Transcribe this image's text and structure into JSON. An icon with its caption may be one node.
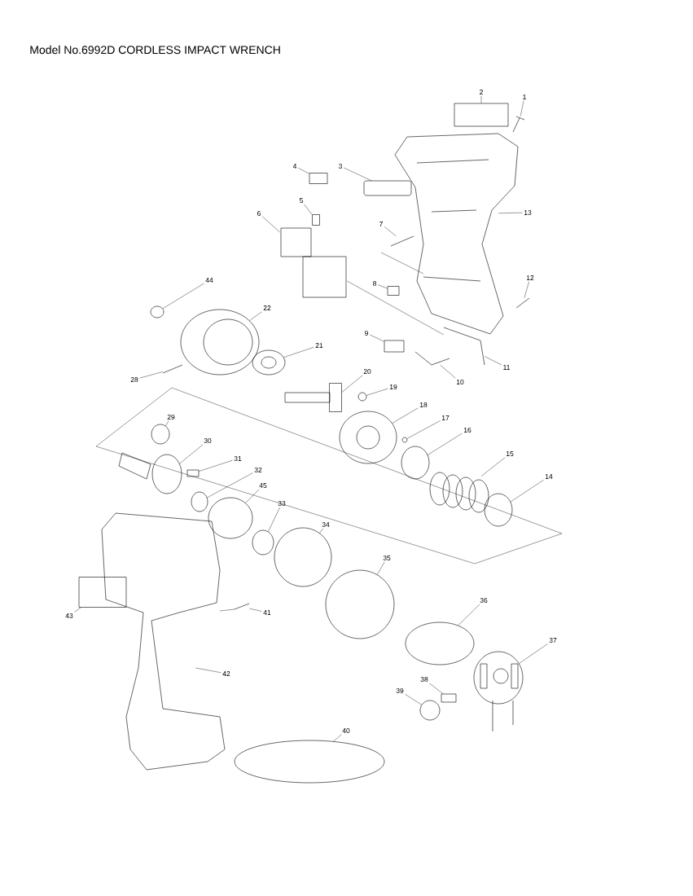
{
  "diagram": {
    "title": "Model No.6992D CORDLESS IMPACT WRENCH",
    "nodes": [
      {
        "text": [
          "1"
        ]
      },
      {
        "text": [
          "2"
        ]
      },
      {
        "text": [
          "3"
        ]
      },
      {
        "text": [
          "4"
        ]
      },
      {
        "text": [
          "5"
        ]
      },
      {
        "text": [
          "6"
        ]
      },
      {
        "text": [
          "7"
        ]
      },
      {
        "text": [
          "8"
        ]
      },
      {
        "text": [
          "9"
        ]
      },
      {
        "text": [
          "10"
        ]
      },
      {
        "text": [
          "11"
        ]
      },
      {
        "text": [
          "12"
        ]
      },
      {
        "text": [
          "13"
        ]
      },
      {
        "text": [
          "14"
        ]
      },
      {
        "text": [
          "15"
        ]
      },
      {
        "text": [
          "16"
        ]
      },
      {
        "text": [
          "17"
        ]
      },
      {
        "text": [
          "18"
        ]
      },
      {
        "text": [
          "19"
        ]
      },
      {
        "text": [
          "20"
        ]
      },
      {
        "text": [
          "21"
        ]
      },
      {
        "text": [
          "22"
        ]
      },
      {
        "text": [
          "28"
        ]
      },
      {
        "text": [
          "29"
        ]
      },
      {
        "text": [
          "30"
        ]
      },
      {
        "text": [
          "31"
        ]
      },
      {
        "text": [
          "32"
        ]
      },
      {
        "text": [
          "33"
        ]
      },
      {
        "text": [
          "34"
        ]
      },
      {
        "text": [
          "35"
        ]
      },
      {
        "text": [
          "36"
        ]
      },
      {
        "text": [
          "37"
        ]
      },
      {
        "text": [
          "38"
        ]
      },
      {
        "text": [
          "39"
        ]
      },
      {
        "text": [
          "40"
        ]
      },
      {
        "text": [
          "41"
        ]
      },
      {
        "text": [
          "42"
        ]
      },
      {
        "text": [
          "43"
        ]
      },
      {
        "text": [
          "44"
        ]
      },
      {
        "text": [
          "45"
        ]
      },
      {
        "text": [],
        "shape": "box"
      },
      {
        "text": [],
        "shape": "picture"
      },
      {
        "text": [],
        "shape": "box"
      },
      {
        "text": [],
        "shape": "box"
      },
      {
        "text": [],
        "shape": "picture"
      },
      {
        "text": [],
        "shape": "box"
      },
      {
        "text": [],
        "shape": "picture"
      },
      {
        "text": [],
        "shape": "picture"
      },
      {
        "text": [],
        "shape": "box"
      },
      {
        "text": [],
        "shape": "picture"
      },
      {
        "text": [],
        "shape": "circle"
      },
      {
        "text": [],
        "shape": "picture"
      },
      {
        "text": [],
        "shape": "box"
      },
      {
        "text": [],
        "shape": "picture"
      },
      {
        "text": [],
        "shape": "picture"
      },
      {
        "text": [],
        "shape": "picture"
      },
      {
        "text": [],
        "shape": "picture"
      },
      {
        "text": [],
        "shape": "picture"
      },
      {
        "text": [],
        "shape": "circle"
      },
      {
        "text": [],
        "shape": "circle"
      },
      {
        "text": [],
        "shape": "picture"
      },
      {
        "text": [],
        "shape": "circle"
      },
      {
        "text": [],
        "shape": "circle"
      },
      {
        "text": [],
        "shape": "picture"
      },
      {
        "text": [],
        "shape": "box"
      },
      {
        "text": [],
        "shape": "picture"
      },
      {
        "text": [],
        "shape": "circle"
      },
      {
        "text": [],
        "shape": "circle"
      },
      {
        "text": [],
        "shape": "circle"
      },
      {
        "text": [],
        "shape": "circle"
      },
      {
        "text": [],
        "shape": "circle"
      },
      {
        "text": [],
        "shape": "box"
      },
      {
        "text": [],
        "shape": "circle"
      },
      {
        "text": [],
        "shape": "picture"
      },
      {
        "text": [],
        "shape": "circle"
      },
      {
        "text": [],
        "shape": "picture"
      },
      {
        "text": [],
        "shape": "picture"
      },
      {
        "text": [],
        "shape": "box"
      },
      {
        "text": [],
        "shape": "circle"
      },
      {
        "text": [],
        "shape": "circle"
      }
    ],
    "edges": [
      {
        "from": 0,
        "to": 41,
        "arrow": "none"
      },
      {
        "from": 1,
        "to": 40,
        "arrow": "none"
      },
      {
        "from": 2,
        "to": 43,
        "arrow": "none"
      },
      {
        "from": 3,
        "to": 42,
        "arrow": "none"
      },
      {
        "from": 4,
        "to": 45,
        "arrow": "none"
      },
      {
        "from": 5,
        "to": 47,
        "arrow": "none"
      },
      {
        "from": 6,
        "to": 46,
        "arrow": "none"
      },
      {
        "from": 7,
        "to": 48,
        "arrow": "none"
      },
      {
        "from": 8,
        "to": 52,
        "arrow": "none"
      },
      {
        "from": 9,
        "to": 54,
        "arrow": "none"
      },
      {
        "from": 10,
        "to": 53,
        "arrow": "none"
      },
      {
        "from": 11,
        "to": 49,
        "arrow": "none"
      },
      {
        "from": 12,
        "to": 44,
        "arrow": "none"
      },
      {
        "from": 13,
        "to": 67,
        "arrow": "none"
      },
      {
        "from": 14,
        "to": 65,
        "arrow": "none"
      },
      {
        "from": 15,
        "to": 62,
        "arrow": "none"
      },
      {
        "from": 16,
        "to": 61,
        "arrow": "none"
      },
      {
        "from": 17,
        "to": 60,
        "arrow": "none"
      },
      {
        "from": 18,
        "to": 58,
        "arrow": "none"
      },
      {
        "from": 19,
        "to": 57,
        "arrow": "none"
      },
      {
        "from": 20,
        "to": 55,
        "arrow": "none"
      },
      {
        "from": 21,
        "to": 51,
        "arrow": "none"
      },
      {
        "from": 22,
        "to": 56,
        "arrow": "none"
      },
      {
        "from": 23,
        "to": 59,
        "arrow": "none"
      },
      {
        "from": 24,
        "to": 63,
        "arrow": "none"
      },
      {
        "from": 25,
        "to": 64,
        "arrow": "none"
      },
      {
        "from": 26,
        "to": 66,
        "arrow": "none"
      },
      {
        "from": 27,
        "to": 69,
        "arrow": "none"
      },
      {
        "from": 28,
        "to": 70,
        "arrow": "none"
      },
      {
        "from": 29,
        "to": 72,
        "arrow": "none"
      },
      {
        "from": 30,
        "to": 74,
        "arrow": "none"
      },
      {
        "from": 31,
        "to": 76,
        "arrow": "none"
      },
      {
        "from": 32,
        "to": 77,
        "arrow": "none"
      },
      {
        "from": 33,
        "to": 78,
        "arrow": "none"
      },
      {
        "from": 34,
        "to": 79,
        "arrow": "none"
      },
      {
        "from": 35,
        "to": 73,
        "arrow": "none"
      },
      {
        "from": 36,
        "to": 75,
        "arrow": "none"
      },
      {
        "from": 37,
        "to": 71,
        "arrow": "none"
      },
      {
        "from": 38,
        "to": 50,
        "arrow": "none"
      },
      {
        "from": 39,
        "to": 68,
        "arrow": "none"
      },
      {
        "from": 47,
        "to": 53,
        "arrow": "none"
      }
    ]
  }
}
